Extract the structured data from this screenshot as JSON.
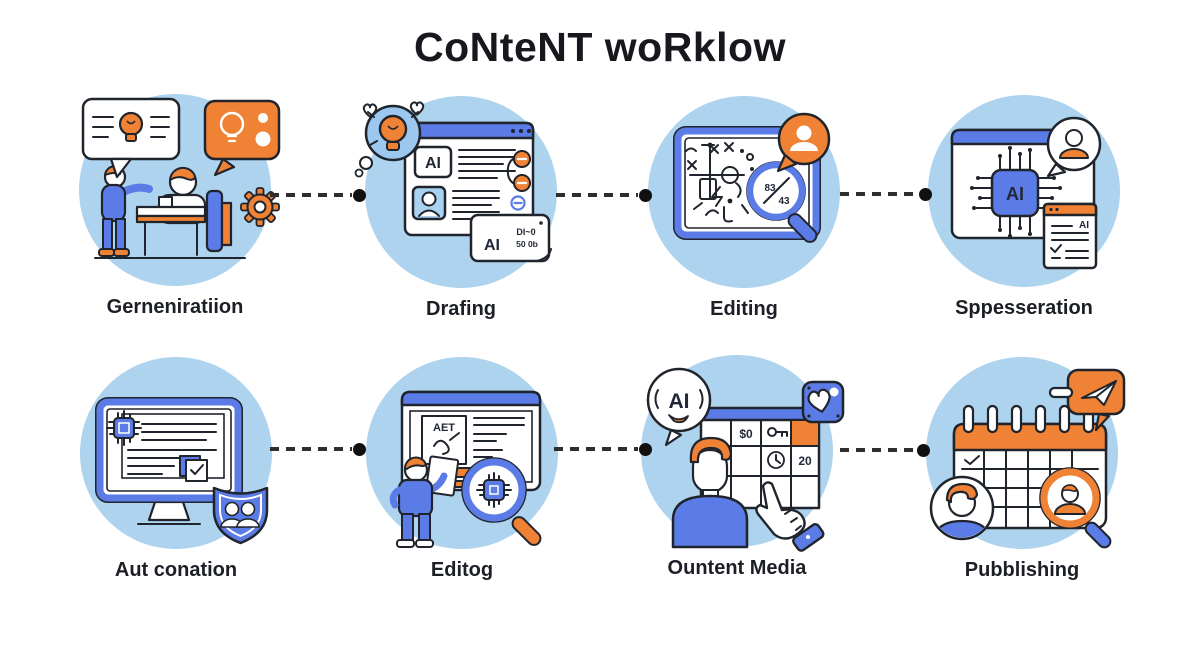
{
  "title": "CoNteNT woRklow",
  "steps": [
    {
      "label": "Gerneniratiion"
    },
    {
      "label": "Drafing",
      "texts": {
        "ai_box": "AI",
        "popup_ai": "AI",
        "popup_code_1": "DI~0",
        "popup_code_2": "50 0b"
      }
    },
    {
      "label": "Editing",
      "texts": {
        "lens_numerator": "83",
        "lens_denominator": "43"
      }
    },
    {
      "label": "Sppesseration",
      "texts": {
        "chip": "AI",
        "doc_ai": "AI"
      }
    },
    {
      "label": "Aut conation"
    },
    {
      "label": "Editog",
      "texts": {
        "card": "AET"
      }
    },
    {
      "label": "Ountent Media",
      "texts": {
        "bubble_ai": "AI",
        "cell_price": "$0",
        "cell_number": "20"
      }
    },
    {
      "label": "Pubblishing"
    }
  ],
  "colors": {
    "circle_bg": "#aed3ee",
    "primary_blue": "#5b7ce6",
    "accent_orange": "#ef8234",
    "light_blue": "#a9d2f0",
    "outline": "#20242c",
    "title_text": "#16181d",
    "connector": "#2e2e2e"
  }
}
